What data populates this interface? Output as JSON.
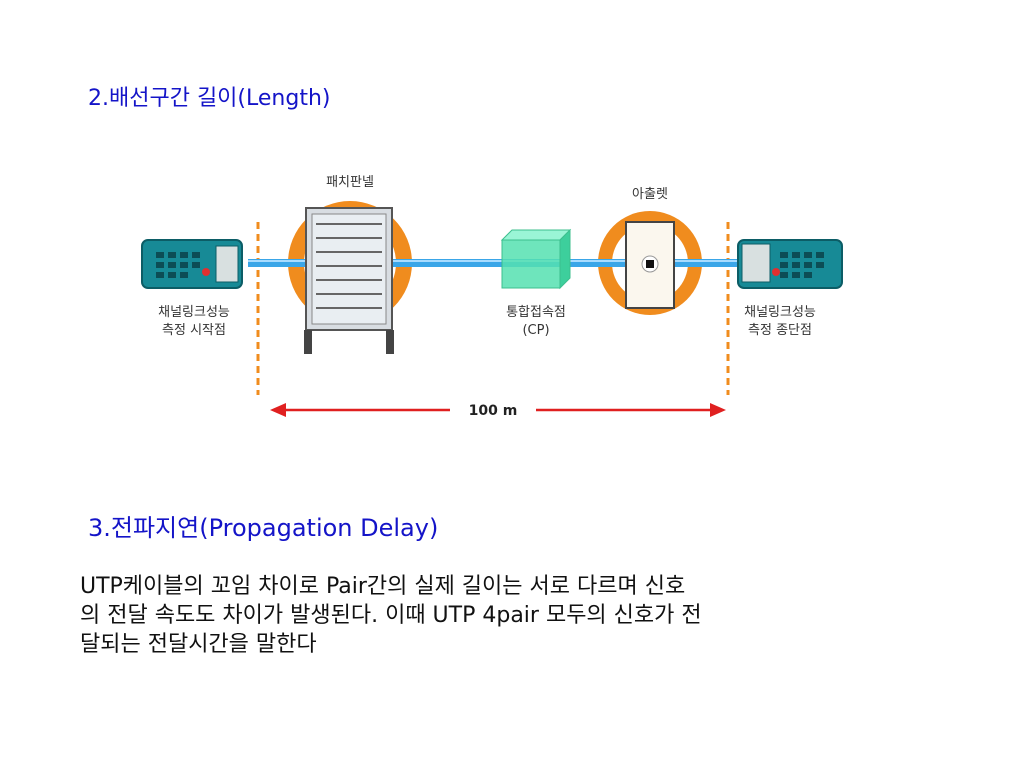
{
  "headings": {
    "length": "2.배선구간 길이(Length)",
    "delay": "3.전파지연(Propagation Delay)"
  },
  "diagram": {
    "labels": {
      "patch_panel": "패치판넬",
      "outlet": "아출렛",
      "start_line1": "채널링크성능",
      "start_line2": "측정 시작점",
      "cp_line1": "통합접속점",
      "cp_line2": "(CP)",
      "end_line1": "채널링크성능",
      "end_line2": "측정 종단점",
      "distance": "100 m"
    },
    "colors": {
      "cable": "#3aa6e8",
      "ring": "#f08c1e",
      "arrow": "#e02020",
      "tester": "#178a96",
      "cp_box": "#55e0b0"
    }
  },
  "body": {
    "line1": "UTP케이블의 꼬임 차이로 Pair간의 실제 길이는 서로 다르며 신호",
    "line2": "의 전달 속도도 차이가 발생된다. 이때 UTP 4pair 모두의 신호가 전",
    "line3": "달되는 전달시간을 말한다"
  }
}
